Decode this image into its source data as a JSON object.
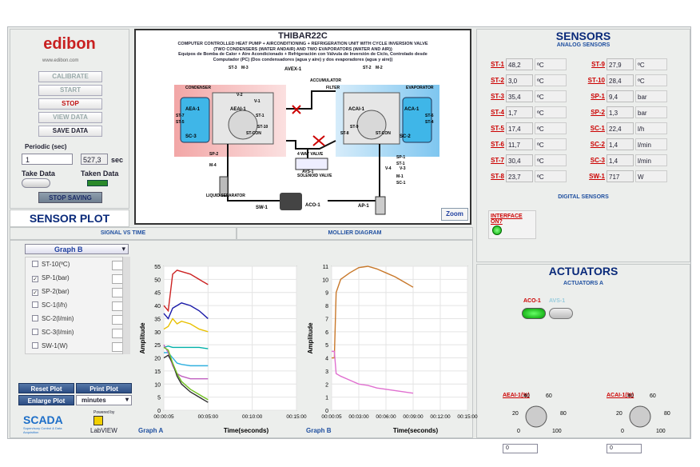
{
  "brand": {
    "logo": "edibon",
    "url": "www.edibon.com"
  },
  "controls": {
    "calibrate": "CALIBRATE",
    "start": "START",
    "stop": "STOP",
    "view_data": "VIEW DATA",
    "save_data": "SAVE DATA"
  },
  "periodic": {
    "label": "Periodic (sec)",
    "value": "1",
    "elapsed": "527,3",
    "unit": "sec"
  },
  "take": {
    "take_label": "Take Data",
    "taken_label": "Taken Data",
    "stop_saving": "STOP SAVING"
  },
  "diagram": {
    "title": "THIBAR22C",
    "subtitle": "COMPUTER CONTROLLED HEAT PUMP + AIRCONDITIONING + REFRIGERATION UNIT WITH CYCLE INVERSION VALVE (TWO CONDENSERS (WATER ANDAIR) AND TWO EVAPORATORS (WATER AND AIR))",
    "subtitle_es": "Equipos de Bomba de Calor + Aire Acondicionado + Refrigeración con Válvula de Inversión de Ciclo, Controlado desde Computador (PC) (Dos condensadores (agua y aire) y dos evaporadores (agua y aire))",
    "zoom": "Zoom",
    "labels": {
      "condenser": "CONDENSER",
      "evaporator": "EVAPORATOR",
      "accumulator": "ACCUMULATOR",
      "filter": "FILTER",
      "four_way": "4 WAY VALVE",
      "solenoid": "SOLENOID VALVE",
      "liquid_sep": "LIQUID SEPARATOR",
      "aea1": "AEA-1",
      "aeai1": "AEAI-1",
      "acai1": "ACAI-1",
      "aca1": "ACA-1",
      "sc3": "SC-3",
      "sc2": "SC-2",
      "st_con": "ST-CON",
      "avs1": "AVS-1",
      "aco1": "ACO-1",
      "sw1": "SW-1",
      "ap1": "AP-1",
      "avex1": "AVEX-1",
      "v1": "V-1",
      "v2": "V-2",
      "v3": "V-3",
      "v4": "V-4",
      "st1": "ST-1",
      "st2": "ST-2",
      "st3": "ST-3",
      "st4": "ST-4",
      "st5": "ST-5",
      "st6": "ST-6",
      "st7": "ST-7",
      "st8": "ST-8",
      "st9": "ST-9",
      "st10": "ST-10",
      "m1": "M-1",
      "m2": "M-2",
      "m3": "M-3",
      "m4": "M-4",
      "sp1": "SP-1",
      "sp2": "SP-2",
      "sc1": "SC-1"
    }
  },
  "sensors": {
    "title": "SENSORS",
    "analog_title": "ANALOG SENSORS",
    "digital_title": "DIGITAL SENSORS",
    "interface": "INTERFACE ON?",
    "left": [
      {
        "name": "ST-1",
        "value": "48,2",
        "unit": "ºC"
      },
      {
        "name": "ST-2",
        "value": "3,0",
        "unit": "ºC"
      },
      {
        "name": "ST-3",
        "value": "35,4",
        "unit": "ºC"
      },
      {
        "name": "ST-4",
        "value": "1,7",
        "unit": "ºC"
      },
      {
        "name": "ST-5",
        "value": "17,4",
        "unit": "ºC"
      },
      {
        "name": "ST-6",
        "value": "11,7",
        "unit": "ºC"
      },
      {
        "name": "ST-7",
        "value": "30,4",
        "unit": "ºC"
      },
      {
        "name": "ST-8",
        "value": "23,7",
        "unit": "ºC"
      }
    ],
    "right": [
      {
        "name": "ST-9",
        "value": "27,9",
        "unit": "ºC"
      },
      {
        "name": "ST-10",
        "value": "28,4",
        "unit": "ºC"
      },
      {
        "name": "SP-1",
        "value": "9,4",
        "unit": "bar"
      },
      {
        "name": "SP-2",
        "value": "1,3",
        "unit": "bar"
      },
      {
        "name": "SC-1",
        "value": "22,4",
        "unit": "l/h"
      },
      {
        "name": "SC-2",
        "value": "1,4",
        "unit": "l/min"
      },
      {
        "name": "SC-3",
        "value": "1,4",
        "unit": "l/min"
      },
      {
        "name": "SW-1",
        "value": "717",
        "unit": "W"
      }
    ]
  },
  "actuators": {
    "title": "ACTUATORS",
    "sub": "ACTUATORS A",
    "aco": "ACO-1",
    "avs": "AVS-1",
    "knob1": {
      "label": "AEAI-1(%)",
      "value": "0"
    },
    "knob2": {
      "label": "ACAI-1(%)",
      "value": "0"
    },
    "ticks": [
      "0",
      "20",
      "40",
      "60",
      "80",
      "100"
    ]
  },
  "plot": {
    "title": "SENSOR PLOT",
    "tab1": "SIGNAL VS TIME",
    "tab2": "MOLLIER DIAGRAM",
    "graph_select": "Graph B",
    "list": [
      {
        "label": "ST-10(ºC)",
        "checked": false
      },
      {
        "label": "SP-1(bar)",
        "checked": true
      },
      {
        "label": "SP-2(bar)",
        "checked": true
      },
      {
        "label": "SC-1(l/h)",
        "checked": false
      },
      {
        "label": "SC-2(l/min)",
        "checked": false
      },
      {
        "label": "SC-3(l/min)",
        "checked": false
      },
      {
        "label": "SW-1(W)",
        "checked": false
      }
    ],
    "reset": "Reset Plot",
    "print": "Print Plot",
    "enlarge": "Enlarge Plot",
    "units": "minutes",
    "footer": {
      "scada": "SCADA",
      "scada_sub": "Supervisory Control & Data Acquisition",
      "powered": "Powered by",
      "labview": "LabVIEW"
    }
  },
  "chart_data": [
    {
      "type": "line",
      "title": "Graph A",
      "xlabel": "Time(seconds)",
      "ylabel": "Amplitude",
      "x_ticks": [
        "00:00:05",
        "00:05:00",
        "00:10:00",
        "00:15:00"
      ],
      "ylim": [
        0,
        55
      ],
      "series": [
        {
          "color": "#cc2222",
          "x": [
            0,
            0.5,
            1,
            1.5,
            2,
            3,
            4,
            5
          ],
          "values": [
            40,
            38,
            52,
            53.5,
            53,
            52,
            50,
            48
          ]
        },
        {
          "color": "#1a1aa8",
          "x": [
            0,
            0.5,
            1,
            1.5,
            2,
            3,
            4,
            5
          ],
          "values": [
            37,
            35,
            39,
            40,
            41,
            40,
            38,
            35
          ]
        },
        {
          "color": "#e8c000",
          "x": [
            0,
            0.5,
            1,
            1.5,
            2,
            3,
            4,
            5
          ],
          "values": [
            31,
            32,
            35,
            33,
            34,
            33,
            31,
            30
          ]
        },
        {
          "color": "#00b0a8",
          "x": [
            0,
            0.5,
            1,
            1.5,
            2,
            3,
            4,
            5
          ],
          "values": [
            24,
            24.5,
            24,
            24,
            24,
            24,
            24,
            23.5
          ]
        },
        {
          "color": "#30b0e0",
          "x": [
            0,
            0.5,
            1,
            1.5,
            2,
            3,
            4,
            5
          ],
          "values": [
            22,
            22,
            20,
            18,
            17.5,
            17,
            17,
            17
          ]
        },
        {
          "color": "#c060c0",
          "x": [
            0,
            0.5,
            1,
            1.5,
            2,
            3,
            4,
            5
          ],
          "values": [
            25,
            22,
            17,
            14,
            13,
            12,
            12,
            12
          ]
        },
        {
          "color": "#303030",
          "x": [
            0,
            0.5,
            1,
            1.5,
            2,
            3,
            4,
            5
          ],
          "values": [
            20,
            21,
            18,
            13,
            10,
            7,
            5,
            3
          ]
        },
        {
          "color": "#70c020",
          "x": [
            0,
            0.5,
            1,
            1.5,
            2,
            3,
            4,
            5
          ],
          "values": [
            24,
            23,
            18,
            14,
            11,
            8,
            6,
            4
          ]
        }
      ]
    },
    {
      "type": "line",
      "title": "Graph B",
      "xlabel": "Time(seconds)",
      "ylabel": "Amplitude",
      "x_ticks": [
        "00:00:05",
        "00:03:00",
        "00:06:00",
        "00:09:00",
        "00:12:00",
        "00:15:00"
      ],
      "ylim": [
        0,
        11
      ],
      "series": [
        {
          "name": "SP-1(bar)",
          "color": "#c8782a",
          "x": [
            0,
            0.3,
            0.5,
            1,
            2,
            3,
            4,
            5,
            6,
            7,
            8,
            9
          ],
          "values": [
            4,
            4,
            9,
            10,
            10.5,
            10.9,
            11,
            10.8,
            10.5,
            10.2,
            9.8,
            9.4
          ]
        },
        {
          "name": "SP-2(bar)",
          "color": "#e070d0",
          "x": [
            0,
            0.3,
            0.5,
            1,
            2,
            3,
            4,
            5,
            6,
            7,
            8,
            9
          ],
          "values": [
            4.5,
            4.5,
            2.8,
            2.6,
            2.3,
            2,
            1.9,
            1.7,
            1.6,
            1.5,
            1.4,
            1.3
          ]
        }
      ]
    }
  ]
}
